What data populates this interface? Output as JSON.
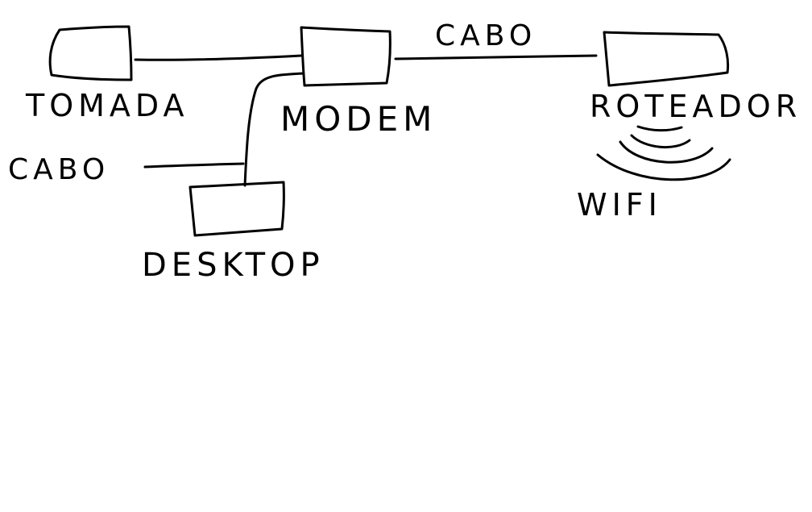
{
  "diagram": {
    "nodes": {
      "tomada": {
        "label": "TOMADA"
      },
      "modem": {
        "label": "MODEM"
      },
      "roteador": {
        "label": "ROTEADOR"
      },
      "desktop": {
        "label": "DESKTOP"
      }
    },
    "edges": {
      "modem_roteador": {
        "label": "CABO"
      },
      "modem_desktop": {
        "label": "CABO"
      }
    },
    "wireless": {
      "label": "WIFI"
    }
  },
  "colors": {
    "ink": "#000000",
    "background": "#ffffff"
  }
}
